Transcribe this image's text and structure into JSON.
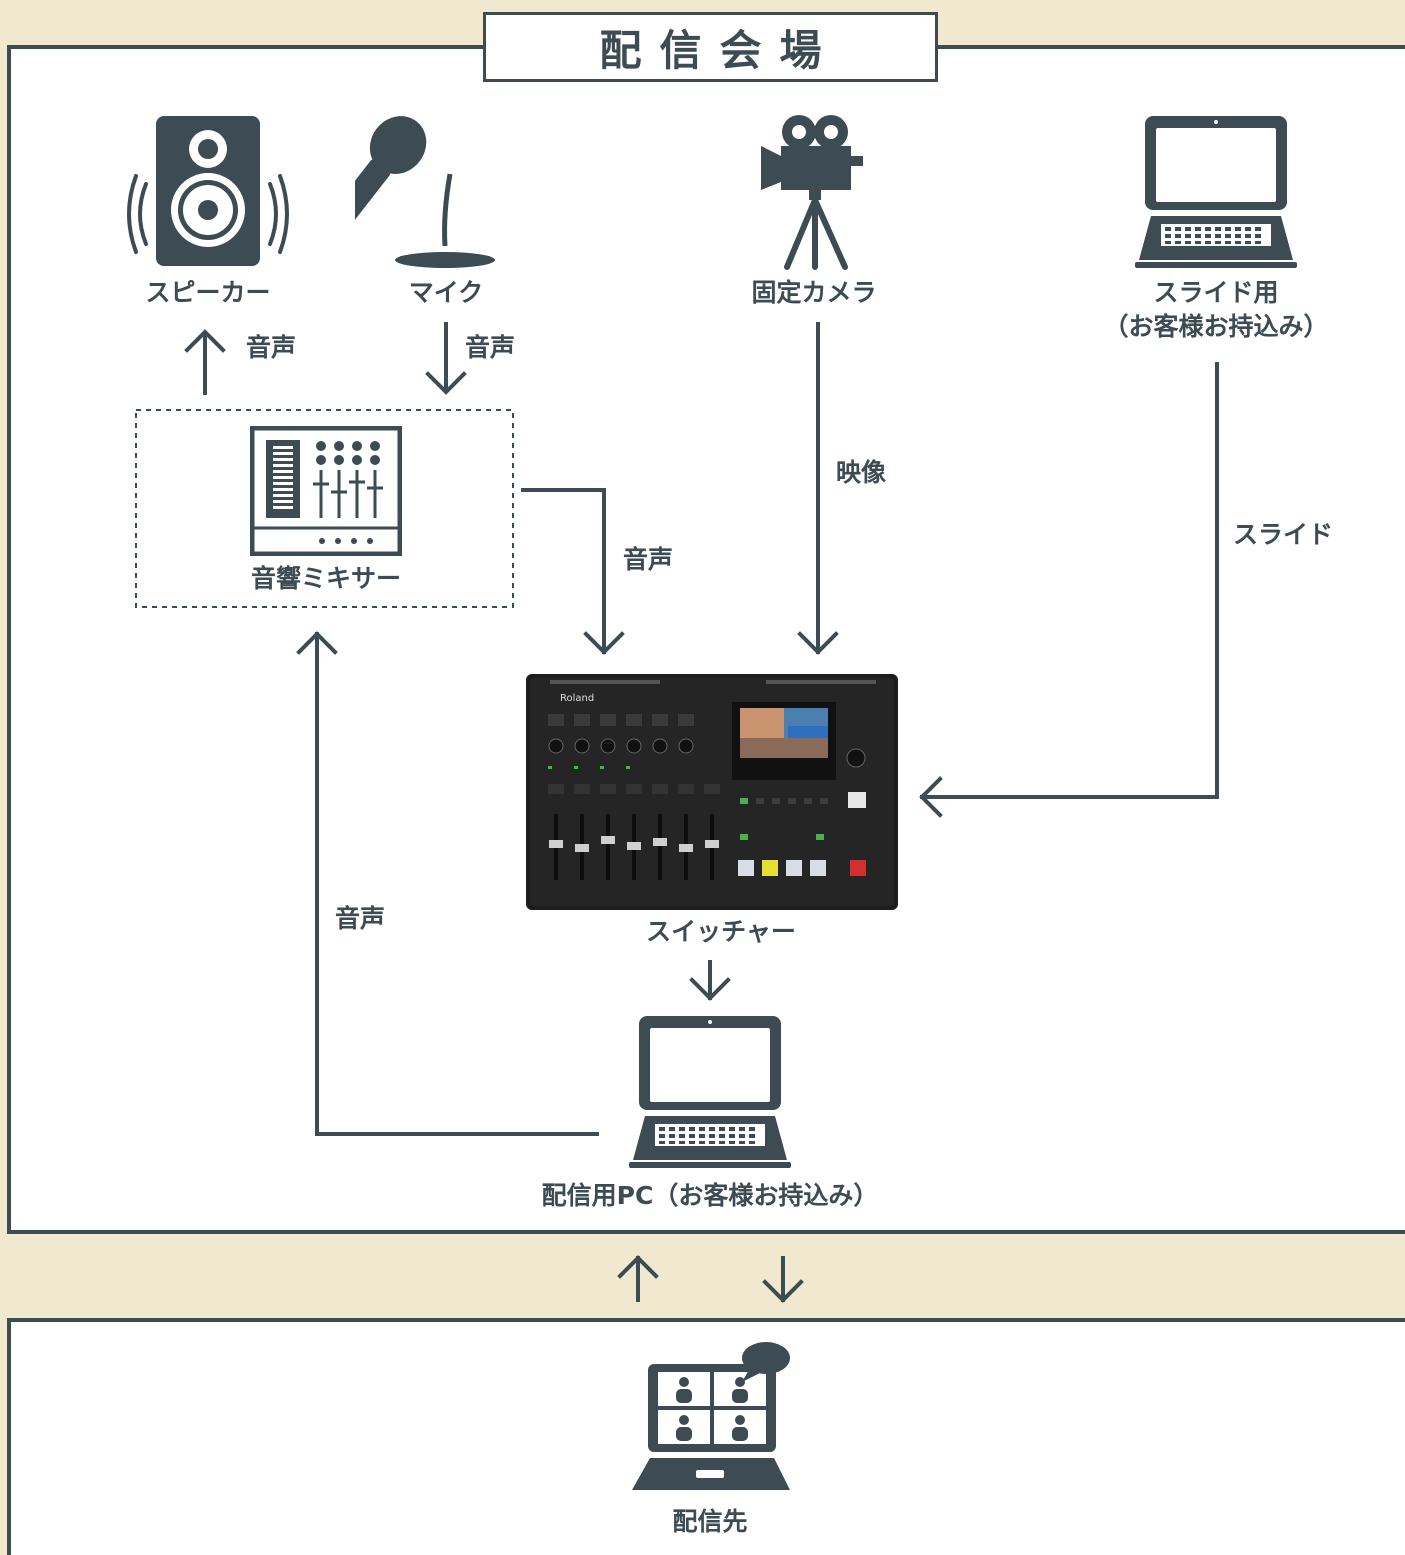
{
  "venue": {
    "title": "配信会場"
  },
  "nodes": {
    "speaker": "スピーカー",
    "mic": "マイク",
    "camera": "固定カメラ",
    "slide_pc_line1": "スライド用",
    "slide_pc_line2": "（お客様お持込み）",
    "mixer": "音響ミキサー",
    "switcher": "スイッチャー",
    "stream_pc": "配信用PC（お客様お持込み）",
    "destination": "配信先"
  },
  "edges": {
    "mixer_to_speaker": "音声",
    "mic_to_mixer": "音声",
    "mixer_to_switcher": "音声",
    "camera_to_switcher": "映像",
    "slide_to_switcher": "スライド",
    "pc_to_mixer": "音声"
  },
  "switcher_brand": "Roland",
  "colors": {
    "background": "#f1e9cf",
    "panel": "#ffffff",
    "ink": "#3d4b53"
  }
}
